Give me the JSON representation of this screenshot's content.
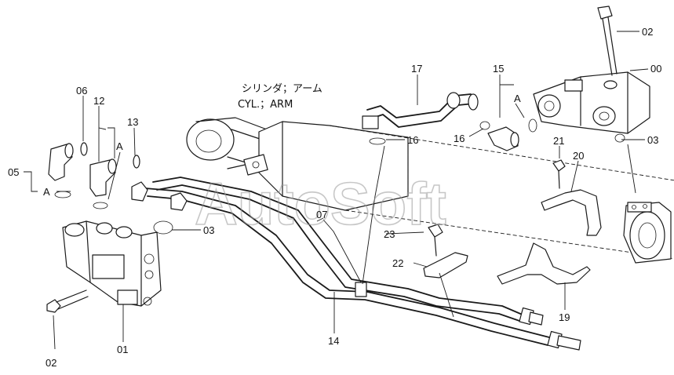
{
  "title": {
    "japanese": "シリンダ；アーム",
    "english": "CYL.；ARM"
  },
  "watermark": "AutoSoft",
  "part_labels": [
    {
      "id": "02",
      "name": "bolt-top"
    },
    {
      "id": "00",
      "name": "valve-assembly-top"
    },
    {
      "id": "17",
      "name": "hose-top"
    },
    {
      "id": "15",
      "name": "elbow-top"
    },
    {
      "id": "A",
      "name": "ref-a-top"
    },
    {
      "id": "16",
      "name": "oring-16-left"
    },
    {
      "id": "16",
      "name": "oring-16-right"
    },
    {
      "id": "03",
      "name": "oring-03-right"
    },
    {
      "id": "21",
      "name": "bolt-21"
    },
    {
      "id": "20",
      "name": "clamp-20"
    },
    {
      "id": "06",
      "name": "oring-06"
    },
    {
      "id": "12",
      "name": "elbow-12"
    },
    {
      "id": "13",
      "name": "oring-13"
    },
    {
      "id": "A",
      "name": "ref-a-mid"
    },
    {
      "id": "05",
      "name": "elbow-05"
    },
    {
      "id": "A",
      "name": "ref-a-left"
    },
    {
      "id": "03",
      "name": "oring-03-left"
    },
    {
      "id": "07",
      "name": "pipe-07"
    },
    {
      "id": "23",
      "name": "bolt-23"
    },
    {
      "id": "22",
      "name": "clamp-22"
    },
    {
      "id": "19",
      "name": "clamp-19"
    },
    {
      "id": "14",
      "name": "pipe-14"
    },
    {
      "id": "02",
      "name": "bolt-bottom"
    },
    {
      "id": "01",
      "name": "valve-bottom"
    }
  ]
}
